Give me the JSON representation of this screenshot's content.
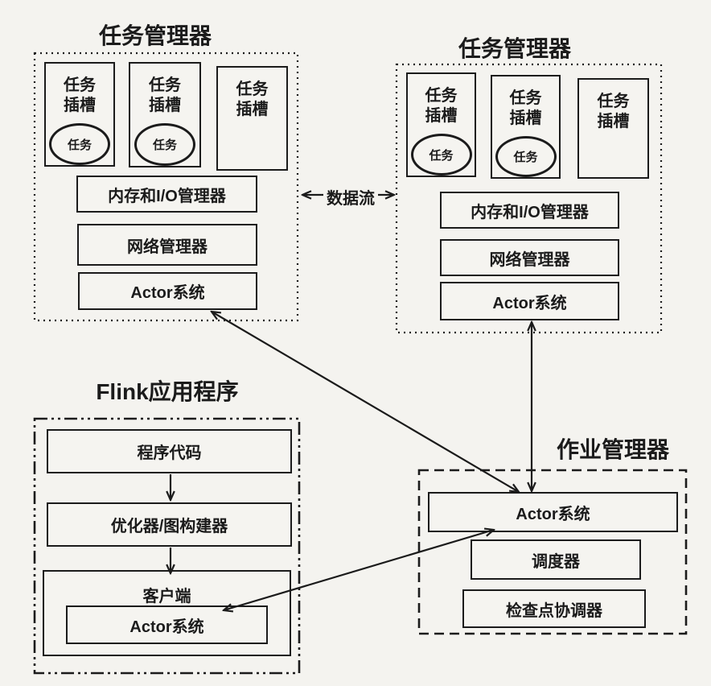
{
  "diagram": {
    "task_manager_left": {
      "title": "任务管理器",
      "slots": [
        {
          "label": "任务\n插槽",
          "task": "任务"
        },
        {
          "label": "任务\n插槽",
          "task": "任务"
        },
        {
          "label": "任务\n插槽"
        }
      ],
      "memory_io": "内存和I/O管理器",
      "network": "网络管理器",
      "actor": "Actor系统"
    },
    "task_manager_right": {
      "title": "任务管理器",
      "slots": [
        {
          "label": "任务\n插槽",
          "task": "任务"
        },
        {
          "label": "任务\n插槽",
          "task": "任务"
        },
        {
          "label": "任务\n插槽"
        }
      ],
      "memory_io": "内存和I/O管理器",
      "network": "网络管理器",
      "actor": "Actor系统"
    },
    "data_flow_label": "数据流",
    "flink_app": {
      "title": "Flink应用程序",
      "program_code": "程序代码",
      "optimizer": "优化器/图构建器",
      "client": "客户端",
      "client_actor": "Actor系统"
    },
    "job_manager": {
      "title": "作业管理器",
      "actor": "Actor系统",
      "scheduler": "调度器",
      "checkpoint": "检查点协调器"
    },
    "colors": {
      "ink": "#1b1b1b",
      "paper": "#f4f3ef"
    }
  }
}
